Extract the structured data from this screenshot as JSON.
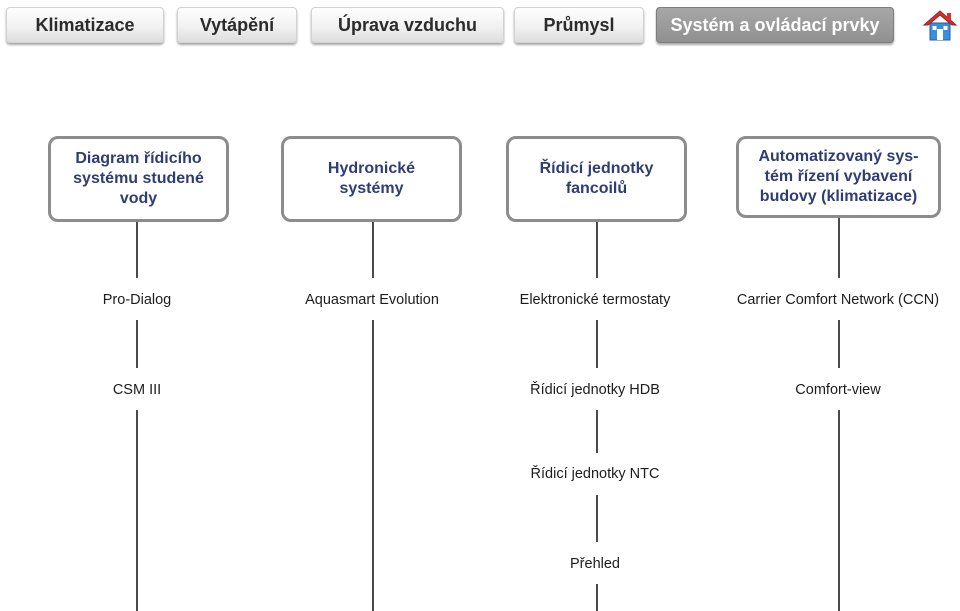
{
  "nav": {
    "tabs": [
      {
        "label": "Klimatizace",
        "active": false
      },
      {
        "label": "Vytápění",
        "active": false
      },
      {
        "label": "Úprava vzduchu",
        "active": false
      },
      {
        "label": "Průmysl",
        "active": false
      },
      {
        "label": "Systém a ovládací prvky",
        "active": true
      }
    ],
    "home_icon": "home-icon"
  },
  "categories": [
    {
      "label": "Diagram řídicího\nsystému studené\nvody"
    },
    {
      "label": "Hydronické\nsystémy"
    },
    {
      "label": "Řídicí jednotky\nfancoilů"
    },
    {
      "label": "Automatizovaný sys-\ntém řízení vybavení\nbudovy (klimatizace)"
    }
  ],
  "products": {
    "col1": [
      "Pro-Dialog",
      "CSM III"
    ],
    "col2": [
      "Aquasmart Evolution"
    ],
    "col3": [
      "Elektronické termostaty",
      "Řídicí jednotky HDB",
      "Řídicí jednotky NTC",
      "Přehled"
    ],
    "col4": [
      "Carrier Comfort Network (CCN)",
      "Comfort-view"
    ]
  },
  "colors": {
    "box_text": "#2e3d74",
    "box_border": "#8c8c8c",
    "active_tab": "#969696",
    "home_roof": "#d8302f",
    "home_body": "#3b8fd8"
  }
}
